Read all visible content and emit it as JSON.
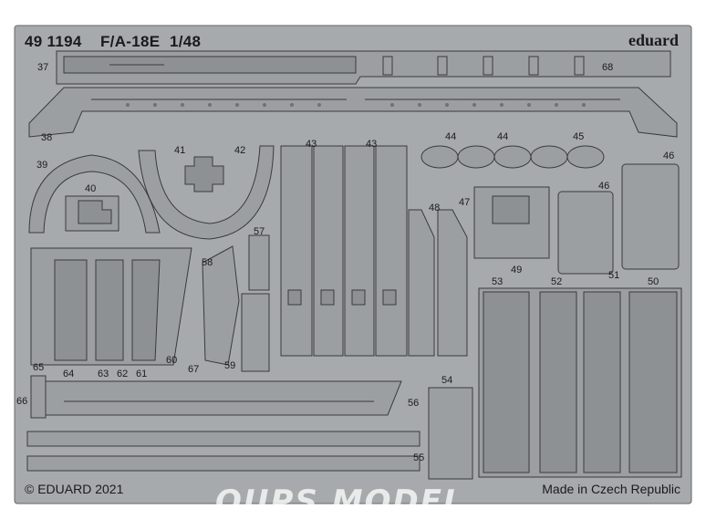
{
  "header": {
    "catalog": "49 1194",
    "subject": "F/A-18E",
    "scale": "1/48",
    "brand": "eduard"
  },
  "footer": {
    "copyright": "© EDUARD 2021",
    "origin": "Made in Czech Republic",
    "watermark": "OUPS MODEL"
  },
  "part_numbers": {
    "p37": "37",
    "p38": "38",
    "p39": "39",
    "p40": "40",
    "p41": "41",
    "p42": "42",
    "p43a": "43",
    "p43b": "43",
    "p44a": "44",
    "p44b": "44",
    "p45": "45",
    "p46a": "46",
    "p46b": "46",
    "p47": "47",
    "p48": "48",
    "p49": "49",
    "p50": "50",
    "p51": "51",
    "p52": "52",
    "p53": "53",
    "p54": "54",
    "p55": "55",
    "p56": "56",
    "p57": "57",
    "p58": "58",
    "p59": "59",
    "p60": "60",
    "p61": "61",
    "p62": "62",
    "p63": "63",
    "p64": "64",
    "p65": "65",
    "p66": "66",
    "p67": "67",
    "p68": "68"
  },
  "colors": {
    "fret": "#a7aaad",
    "part": "#9c9fa2",
    "outline": "#3a3a3a"
  }
}
